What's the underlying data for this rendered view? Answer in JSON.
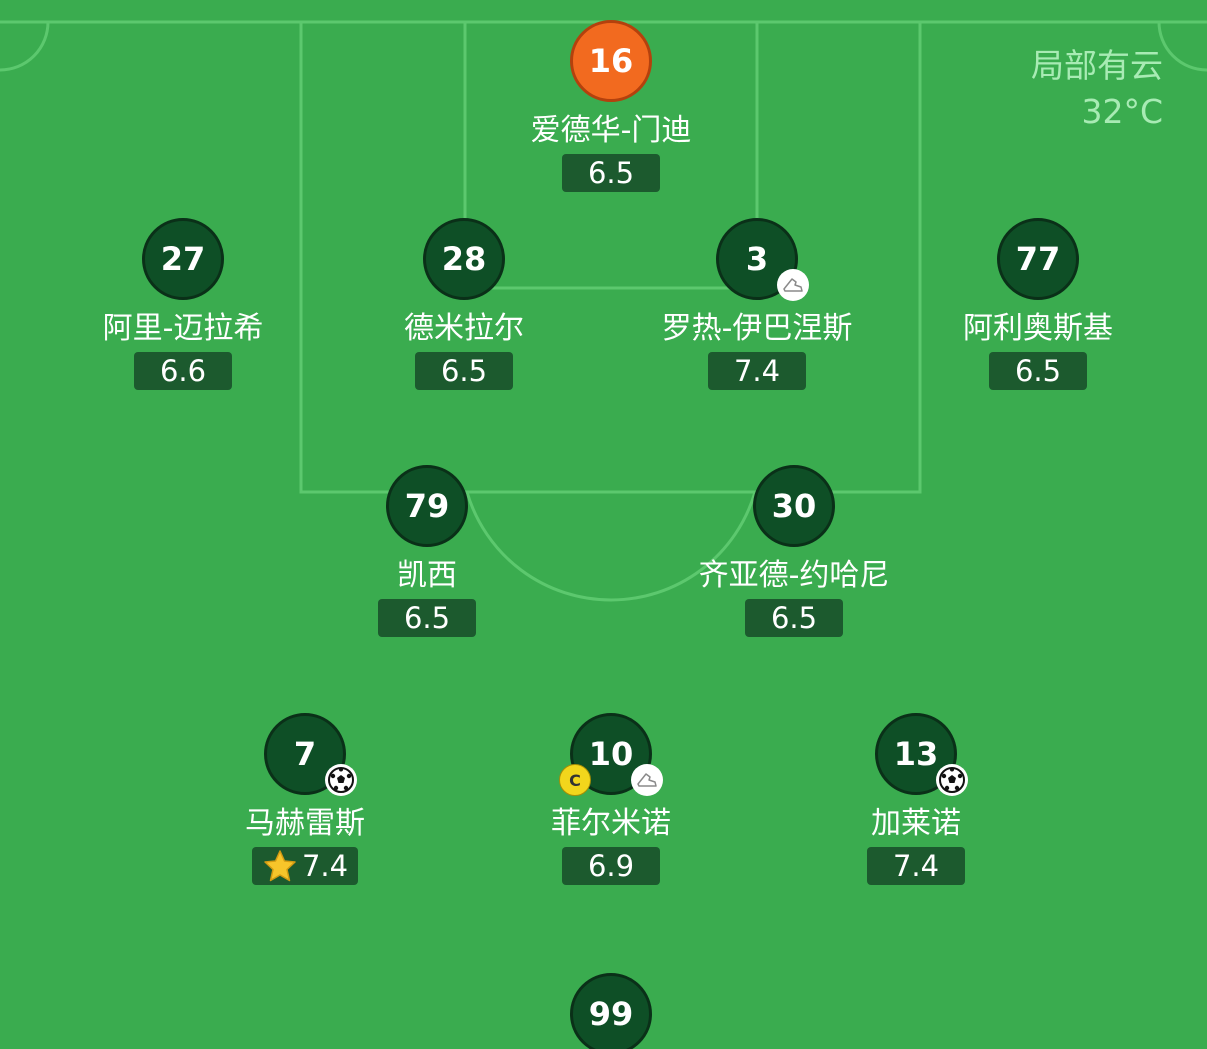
{
  "weather": {
    "condition": "局部有云",
    "temperature": "32°C"
  },
  "colors": {
    "pitch": "#3aac4f",
    "disc": "#0e4f26",
    "goalkeeper": "#f26a1f",
    "rating_bg": "#1c5a2e",
    "captain": "#f2d61c"
  },
  "players": [
    {
      "number": "16",
      "name": "爱德华-门迪",
      "rating": "6.5",
      "role": "goalkeeper",
      "badges": []
    },
    {
      "number": "27",
      "name": "阿里-迈拉希",
      "rating": "6.6",
      "badges": []
    },
    {
      "number": "28",
      "name": "德米拉尔",
      "rating": "6.5",
      "badges": []
    },
    {
      "number": "3",
      "name": "罗热-伊巴涅斯",
      "rating": "7.4",
      "badges": [
        "assist-boot-icon"
      ]
    },
    {
      "number": "77",
      "name": "阿利奥斯基",
      "rating": "6.5",
      "badges": []
    },
    {
      "number": "79",
      "name": "凯西",
      "rating": "6.5",
      "badges": []
    },
    {
      "number": "30",
      "name": "齐亚德-约哈尼",
      "rating": "6.5",
      "badges": []
    },
    {
      "number": "7",
      "name": "马赫雷斯",
      "rating": "7.4",
      "badges": [
        "goal-ball-icon"
      ],
      "best_player": true
    },
    {
      "number": "10",
      "name": "菲尔米诺",
      "rating": "6.9",
      "badges": [
        "assist-boot-icon"
      ],
      "captain": "C"
    },
    {
      "number": "13",
      "name": "加莱诺",
      "rating": "7.4",
      "badges": [
        "goal-ball-icon"
      ]
    },
    {
      "number": "99",
      "badges": []
    }
  ]
}
